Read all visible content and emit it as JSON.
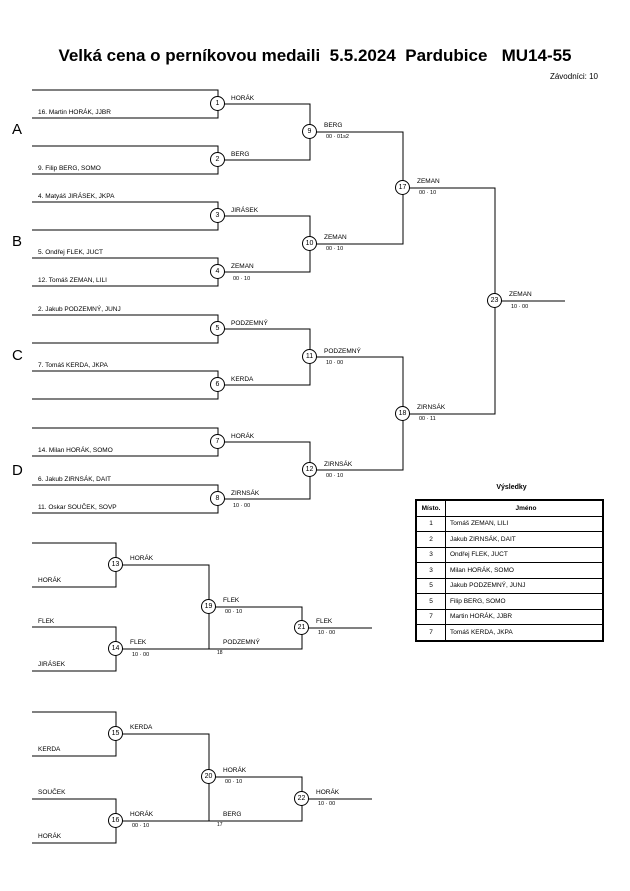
{
  "header": {
    "title": "Velká cena o perníkovou medaili  5.5.2024  Pardubice   MU14-55",
    "competitors": "Závodníci: 10"
  },
  "groups": [
    "A",
    "B",
    "C",
    "D"
  ],
  "entries": [
    "16. Martin HORÁK, JJBR",
    "9. Filip BERG, SOMO",
    "4. Matyáš JIRÁSEK, JKPA",
    "5. Ondřej FLEK, JUCT",
    "12. Tomáš ZEMAN, LILI",
    "2. Jakub PODZEMNÝ, JUNJ",
    "7. Tomáš KERDA, JKPA",
    "14. Milan HORÁK, SOMO",
    "6. Jakub ZIRNSÁK, DAIT",
    "11. Oskar SOUČEK, SOVP"
  ],
  "matches": [
    {
      "num": "1",
      "winner": "HORÁK",
      "score": ""
    },
    {
      "num": "2",
      "winner": "BERG",
      "score": ""
    },
    {
      "num": "3",
      "winner": "JIRÁSEK",
      "score": ""
    },
    {
      "num": "4",
      "winner": "ZEMAN",
      "score": "00 · 10"
    },
    {
      "num": "5",
      "winner": "PODZEMNÝ",
      "score": ""
    },
    {
      "num": "6",
      "winner": "KERDA",
      "score": ""
    },
    {
      "num": "7",
      "winner": "HORÁK",
      "score": ""
    },
    {
      "num": "8",
      "winner": "ZIRNSÁK",
      "score": "10 · 00"
    },
    {
      "num": "9",
      "winner": "BERG",
      "score": "00 · 01s2"
    },
    {
      "num": "10",
      "winner": "ZEMAN",
      "score": "00 · 10"
    },
    {
      "num": "11",
      "winner": "PODZEMNÝ",
      "score": "10 · 00"
    },
    {
      "num": "12",
      "winner": "ZIRNSÁK",
      "score": "00 · 10"
    },
    {
      "num": "17",
      "winner": "ZEMAN",
      "score": "00 · 10"
    },
    {
      "num": "18",
      "winner": "ZIRNSÁK",
      "score": "00 · 11"
    },
    {
      "num": "23",
      "winner": "ZEMAN",
      "score": "10 · 00"
    }
  ],
  "repechage": {
    "r1": {
      "inputs": [
        "HORÁK",
        "FLEK",
        "JIRÁSEK"
      ],
      "m13": {
        "num": "13",
        "winner": "HORÁK",
        "score": ""
      },
      "m14": {
        "num": "14",
        "winner": "FLEK",
        "score": "10 · 00"
      },
      "m19": {
        "num": "19",
        "winner": "FLEK",
        "score": "00 · 10"
      },
      "m21": {
        "num": "21",
        "winner": "FLEK",
        "score": "10 · 00"
      },
      "loser": "PODZEMNÝ",
      "loser_from": "18"
    },
    "r2": {
      "inputs": [
        "KERDA",
        "SOUČEK",
        "HORÁK"
      ],
      "m15": {
        "num": "15",
        "winner": "KERDA",
        "score": ""
      },
      "m16": {
        "num": "16",
        "winner": "HORÁK",
        "score": "00 · 10"
      },
      "m20": {
        "num": "20",
        "winner": "HORÁK",
        "score": "00 · 10"
      },
      "m22": {
        "num": "22",
        "winner": "HORÁK",
        "score": "10 · 00"
      },
      "loser": "BERG",
      "loser_from": "17"
    }
  },
  "results": {
    "title": "Výsledky",
    "headers": [
      "Místo.",
      "Jméno"
    ],
    "rows": [
      {
        "place": "1",
        "name": "Tomáš ZEMAN, LILI"
      },
      {
        "place": "2",
        "name": "Jakub ZIRNSÁK, DAIT"
      },
      {
        "place": "3",
        "name": "Ondřej FLEK, JUCT"
      },
      {
        "place": "3",
        "name": "Milan HORÁK, SOMO"
      },
      {
        "place": "5",
        "name": "Jakub PODZEMNÝ, JUNJ"
      },
      {
        "place": "5",
        "name": "Filip BERG, SOMO"
      },
      {
        "place": "7",
        "name": "Martin HORÁK, JJBR"
      },
      {
        "place": "7",
        "name": "Tomáš KERDA, JKPA"
      }
    ]
  }
}
